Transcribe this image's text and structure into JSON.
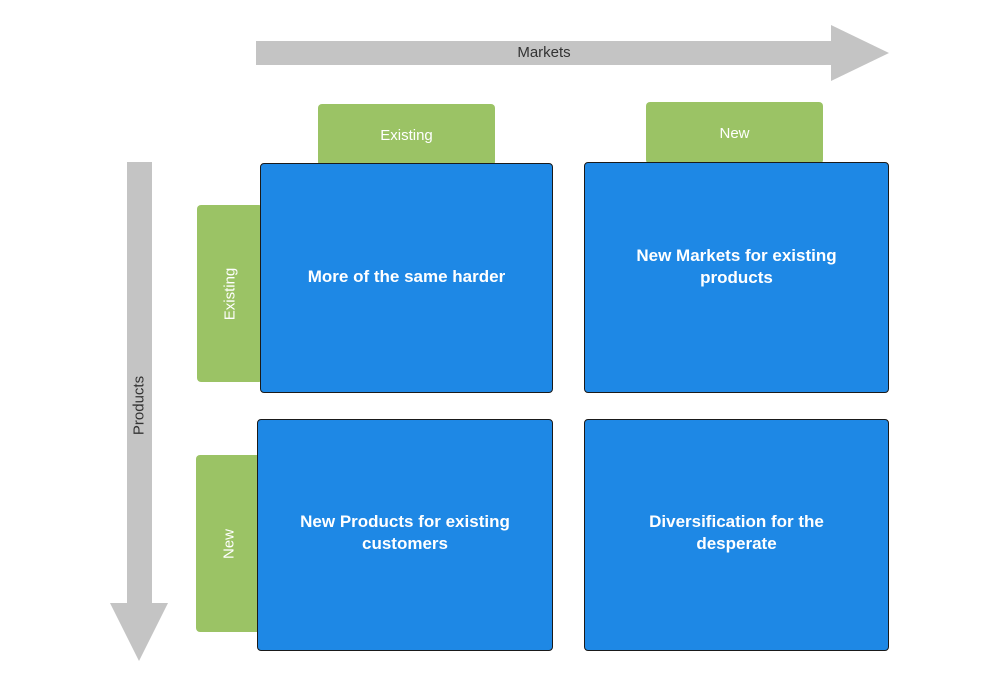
{
  "axes": {
    "markets_label": "Markets",
    "products_label": "Products"
  },
  "market_tabs": {
    "existing": "Existing",
    "new": "New"
  },
  "product_tabs": {
    "existing": "Existing",
    "new": "New"
  },
  "cells": {
    "existing_products_existing_markets": "More of the same harder",
    "existing_products_new_markets": "New Markets for existing products",
    "new_products_existing_markets": "New Products for existing customers",
    "new_products_new_markets": "Diversification for the desperate"
  },
  "colors": {
    "cell_fill": "#1e88e5",
    "tab_fill": "#9bc365",
    "arrow_fill": "#c4c4c4"
  }
}
